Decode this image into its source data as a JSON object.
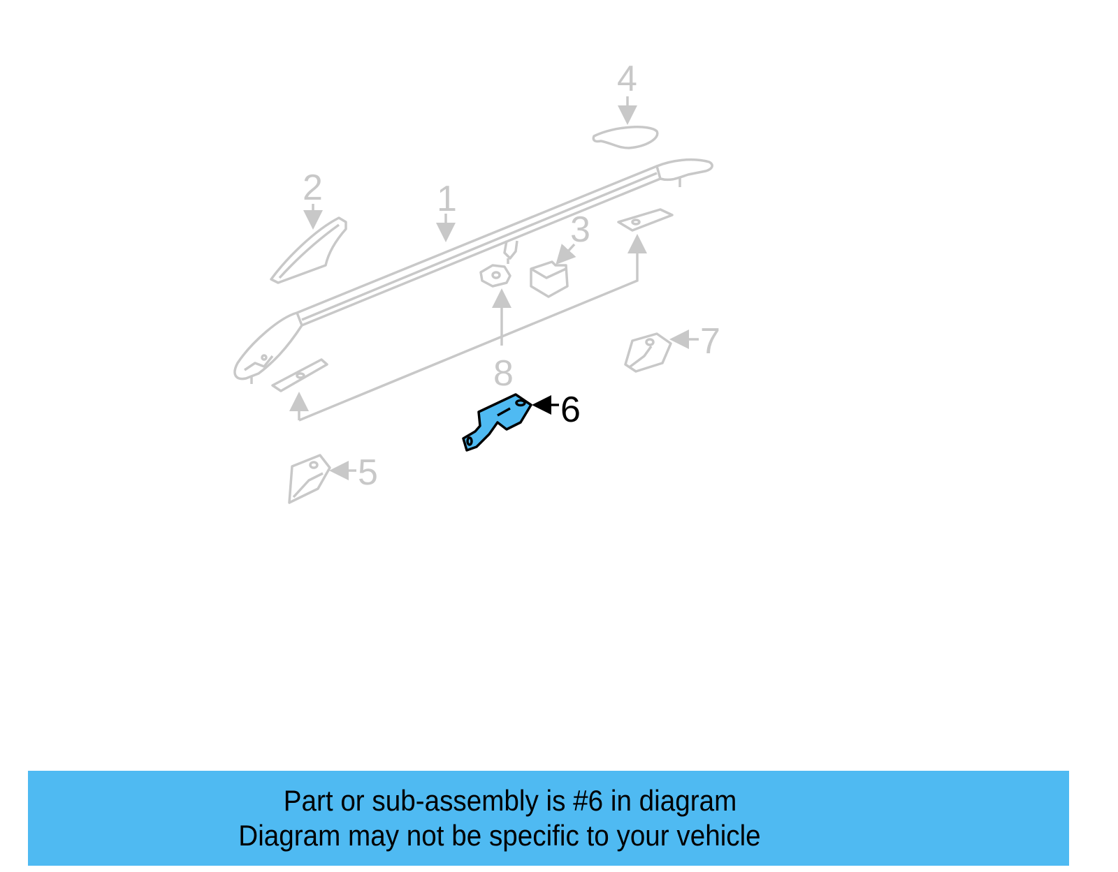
{
  "diagram": {
    "highlighted_part": "6",
    "colors": {
      "dim_stroke": "#c8c8c8",
      "active_stroke": "#000000",
      "active_fill": "#4fbaf2",
      "banner_bg": "#4fbaf2"
    },
    "callouts": [
      {
        "id": "1",
        "label": "1",
        "part": "roof-rail"
      },
      {
        "id": "2",
        "label": "2",
        "part": "front-end-cover"
      },
      {
        "id": "3",
        "label": "3",
        "part": "cap"
      },
      {
        "id": "4",
        "label": "4",
        "part": "rear-end-cover"
      },
      {
        "id": "5",
        "label": "5",
        "part": "front-bracket"
      },
      {
        "id": "6",
        "label": "6",
        "part": "center-bracket"
      },
      {
        "id": "7",
        "label": "7",
        "part": "rear-bracket"
      },
      {
        "id": "8",
        "label": "8",
        "part": "pad"
      }
    ]
  },
  "banner": {
    "line1": "Part or sub-assembly is #6 in diagram",
    "line2": "Diagram may not be specific to your vehicle"
  }
}
